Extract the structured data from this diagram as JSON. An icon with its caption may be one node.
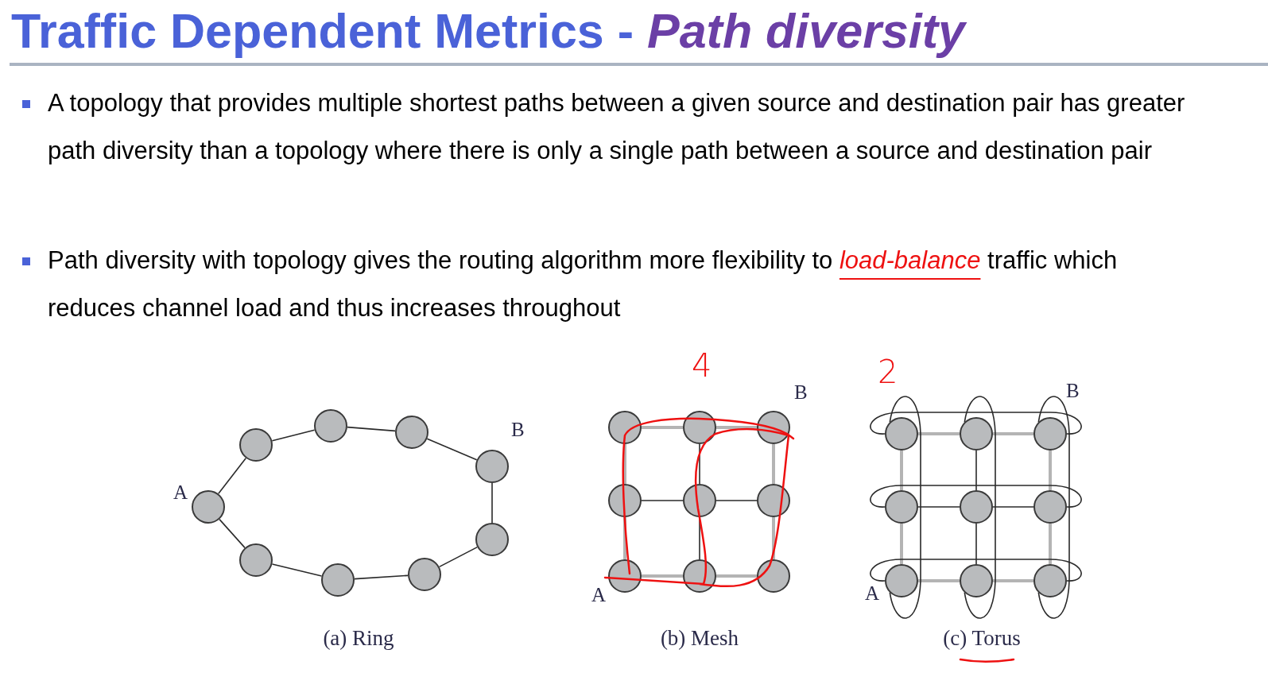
{
  "diagram": {
    "title": "Traffic Dependent Metrics - *Path diversity*",
    "nodes": [
      {
        "text": [],
        "shape": "circle",
        "beside": [
          "A"
        ]
      },
      {
        "text": [],
        "shape": "circle"
      },
      {
        "text": [],
        "shape": "circle"
      },
      {
        "text": [],
        "shape": "circle"
      },
      {
        "text": [],
        "shape": "circle"
      },
      {
        "text": [],
        "shape": "circle"
      },
      {
        "text": [],
        "shape": "circle"
      },
      {
        "text": [],
        "shape": "circle",
        "beside": [
          "B"
        ]
      },
      {
        "text": [],
        "shape": "circle"
      },
      {
        "text": [],
        "shape": "circle"
      },
      {
        "text": [],
        "shape": "circle"
      },
      {
        "text": [],
        "shape": "circle",
        "beside": [
          "B"
        ]
      },
      {
        "text": [],
        "shape": "circle"
      },
      {
        "text": [],
        "shape": "circle"
      },
      {
        "text": [],
        "shape": "circle"
      },
      {
        "text": [],
        "shape": "circle",
        "beside": [
          "A"
        ]
      },
      {
        "text": [],
        "shape": "circle"
      },
      {
        "text": [],
        "shape": "circle"
      },
      {
        "text": [],
        "shape": "circle"
      },
      {
        "text": [],
        "shape": "circle"
      },
      {
        "text": [],
        "shape": "circle",
        "beside": [
          "B"
        ]
      },
      {
        "text": [],
        "shape": "circle"
      },
      {
        "text": [],
        "shape": "circle"
      },
      {
        "text": [],
        "shape": "circle"
      },
      {
        "text": [],
        "shape": "circle",
        "beside": [
          "A"
        ]
      },
      {
        "text": [],
        "shape": "circle"
      },
      {
        "text": [],
        "shape": "circle"
      }
    ],
    "edges": [
      {
        "from": 0,
        "to": 1,
        "arrow": "none"
      },
      {
        "from": 1,
        "to": 3,
        "arrow": "none"
      },
      {
        "from": 3,
        "to": 5,
        "arrow": "none"
      },
      {
        "from": 5,
        "to": 7,
        "arrow": "none"
      },
      {
        "from": 7,
        "to": 8,
        "arrow": "none"
      },
      {
        "from": 8,
        "to": 6,
        "arrow": "none"
      },
      {
        "from": 6,
        "to": 4,
        "arrow": "none"
      },
      {
        "from": 4,
        "to": 2,
        "arrow": "none"
      },
      {
        "from": 2,
        "to": 0,
        "arrow": "none"
      },
      {
        "from": 9,
        "to": 10,
        "arrow": "none",
        "style": "thick",
        "color": "#b4b4b4"
      },
      {
        "from": 10,
        "to": 11,
        "arrow": "none",
        "style": "thick",
        "color": "#b4b4b4"
      },
      {
        "from": 12,
        "to": 13,
        "arrow": "none"
      },
      {
        "from": 13,
        "to": 14,
        "arrow": "none"
      },
      {
        "from": 15,
        "to": 16,
        "arrow": "none",
        "style": "thick",
        "color": "#b4b4b4"
      },
      {
        "from": 16,
        "to": 17,
        "arrow": "none",
        "style": "thick",
        "color": "#b4b4b4"
      },
      {
        "from": 9,
        "to": 12,
        "arrow": "none",
        "style": "thick",
        "color": "#b4b4b4"
      },
      {
        "from": 12,
        "to": 15,
        "arrow": "none",
        "style": "thick",
        "color": "#b4b4b4"
      },
      {
        "from": 10,
        "to": 13,
        "arrow": "none"
      },
      {
        "from": 13,
        "to": 16,
        "arrow": "none"
      },
      {
        "from": 11,
        "to": 14,
        "arrow": "none",
        "style": "thick",
        "color": "#b4b4b4"
      },
      {
        "from": 14,
        "to": 17,
        "arrow": "none",
        "style": "thick",
        "color": "#b4b4b4"
      },
      {
        "from": 18,
        "to": 19,
        "arrow": "none",
        "style": "thick",
        "color": "#b4b4b4"
      },
      {
        "from": 19,
        "to": 20,
        "arrow": "none",
        "style": "thick",
        "color": "#b4b4b4"
      },
      {
        "from": 21,
        "to": 22,
        "arrow": "none"
      },
      {
        "from": 22,
        "to": 23,
        "arrow": "none"
      },
      {
        "from": 24,
        "to": 25,
        "arrow": "none",
        "style": "thick",
        "color": "#b4b4b4"
      },
      {
        "from": 25,
        "to": 26,
        "arrow": "none",
        "style": "thick",
        "color": "#b4b4b4"
      },
      {
        "from": 18,
        "to": 21,
        "arrow": "none",
        "style": "thick",
        "color": "#b4b4b4"
      },
      {
        "from": 21,
        "to": 24,
        "arrow": "none",
        "style": "thick",
        "color": "#b4b4b4"
      },
      {
        "from": 19,
        "to": 22,
        "arrow": "none"
      },
      {
        "from": 22,
        "to": 25,
        "arrow": "none"
      },
      {
        "from": 20,
        "to": 23,
        "arrow": "none",
        "style": "thick",
        "color": "#b4b4b4"
      },
      {
        "from": 23,
        "to": 26,
        "arrow": "none",
        "style": "thick",
        "color": "#b4b4b4"
      },
      {
        "from": 18,
        "to": 20,
        "arrow": "none"
      },
      {
        "from": 21,
        "to": 23,
        "arrow": "none"
      },
      {
        "from": 24,
        "to": 26,
        "arrow": "none"
      },
      {
        "from": 18,
        "to": 24,
        "arrow": "none"
      },
      {
        "from": 19,
        "to": 25,
        "arrow": "none"
      },
      {
        "from": 20,
        "to": 26,
        "arrow": "none"
      }
    ],
    "labels": [
      "A topology that provides multiple shortest paths between a given source and destination pair has greater path diversity than a topology where there is only a single path between a source and destination pair",
      "Path diversity with topology gives the routing algorithm more flexibility to *load-balance* traffic which reduces channel load and thus increases throughout",
      "4",
      "2",
      "(a) Ring",
      "(b) Mesh",
      "(c) Torus"
    ]
  }
}
